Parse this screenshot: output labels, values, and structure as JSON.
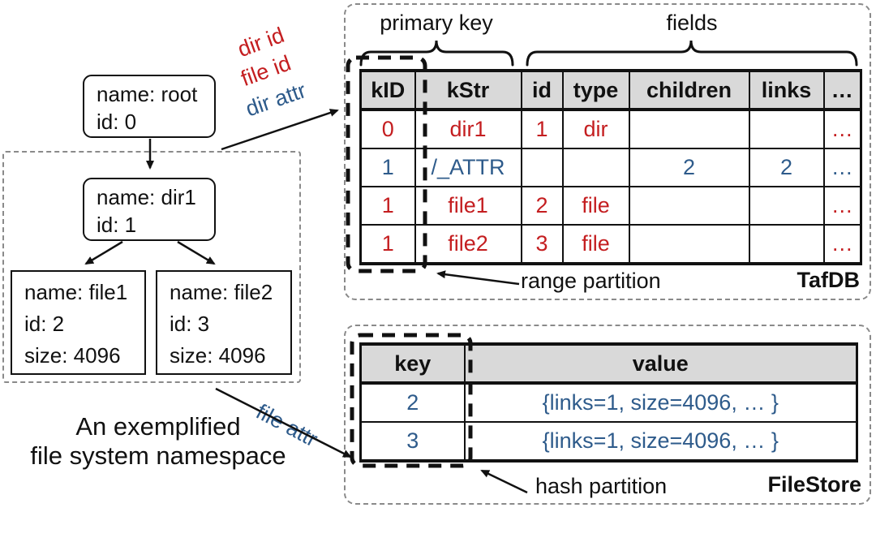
{
  "colors": {
    "red": "#c41e20",
    "blue": "#2e5b8b",
    "ink": "#111111",
    "header-bg": "#d9d9d9",
    "dash-gray": "#8a8a8a"
  },
  "namespace": {
    "caption_line1": "An exemplified",
    "caption_line2": "file system namespace",
    "nodes": {
      "root": {
        "lines": [
          "name: root",
          "id: 0"
        ]
      },
      "dir1": {
        "lines": [
          "name: dir1",
          "id: 1"
        ]
      },
      "file1": {
        "lines": [
          "name: file1",
          "id: 2",
          "size: 4096"
        ]
      },
      "file2": {
        "lines": [
          "name: file2",
          "id: 3",
          "size: 4096"
        ]
      }
    }
  },
  "annotations": {
    "dir_id": "dir id",
    "file_id": "file id",
    "dir_attr": "dir attr",
    "file_attr": "file attr"
  },
  "tafdb": {
    "primary_key_label": "primary key",
    "fields_label": "fields",
    "headers": [
      "kID",
      "kStr",
      "id",
      "type",
      "children",
      "links",
      "…"
    ],
    "rows": [
      {
        "color_class": "c-red",
        "cells": [
          "0",
          "dir1",
          "1",
          "dir",
          "",
          "",
          "…"
        ]
      },
      {
        "color_class": "c-blue",
        "cells": [
          "1",
          "/_ATTR",
          "",
          "",
          "2",
          "2",
          "…"
        ]
      },
      {
        "color_class": "c-red",
        "cells": [
          "1",
          "file1",
          "2",
          "file",
          "",
          "",
          "…"
        ]
      },
      {
        "color_class": "c-red",
        "cells": [
          "1",
          "file2",
          "3",
          "file",
          "",
          "",
          "…"
        ]
      }
    ],
    "partition_label": "range partition",
    "table_name": "TafDB"
  },
  "filestore": {
    "headers": [
      "key",
      "value"
    ],
    "rows": [
      {
        "color_class": "c-blue",
        "cells": [
          "2",
          "{links=1, size=4096, … }"
        ]
      },
      {
        "color_class": "c-blue",
        "cells": [
          "3",
          "{links=1, size=4096, … }"
        ]
      }
    ],
    "partition_label": "hash partition",
    "table_name": "FileStore"
  }
}
